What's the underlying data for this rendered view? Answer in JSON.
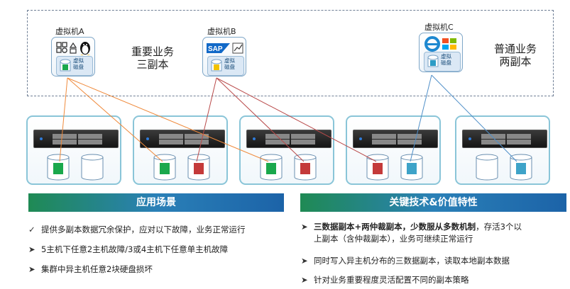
{
  "vms": [
    {
      "label": "虚拟机A",
      "disk_label": "虚拟磁盘",
      "disk_color": "#1aa84c",
      "icon": "app-grid-and-linux-penguin-icon"
    },
    {
      "label": "虚拟机B",
      "disk_label": "虚拟磁盘",
      "disk_color": "#f2c200",
      "icon": "sap-chart-icon"
    },
    {
      "label": "虚拟机C",
      "disk_label": "虚拟磁盘",
      "disk_color": "#2c9cc6",
      "icon": "browser-windows-icon"
    }
  ],
  "business": {
    "important": "重要业务\n三副本",
    "normal": "普通业务\n两副本"
  },
  "sap_text": "SAP",
  "colors": {
    "green": "#1aa84c",
    "red": "#c43a3a",
    "blue": "#3ea3c8",
    "orange": "#ef8a3c",
    "line_red": "#b94a4a",
    "line_blue": "#4f8fc8"
  },
  "servers": [
    {
      "disks": [
        "green",
        "white"
      ]
    },
    {
      "disks": [
        "green",
        "red"
      ]
    },
    {
      "disks": [
        "green",
        "red"
      ]
    },
    {
      "disks": [
        "red",
        "blue"
      ]
    },
    {
      "disks": [
        "white",
        "blue"
      ]
    }
  ],
  "left_panel": {
    "title": "应用场景",
    "items": [
      {
        "mark": "✓",
        "text": "提供多副本数据冗余保护，应对以下故障，业务正常运行"
      },
      {
        "mark": "➤",
        "text": "5主机下任意2主机故障/3或4主机下任意单主机故障"
      },
      {
        "mark": "➤",
        "text": "集群中异主机任意2块硬盘损坏"
      }
    ]
  },
  "right_panel": {
    "title": "关键技术&价值特性",
    "items": [
      {
        "mark": "➤",
        "bold": "三数据副本+两仲裁副本，少数服从多数机制",
        "rest": "，存活3个以",
        "line2": "上副本（含仲裁副本），业务可继续正常运行"
      },
      {
        "mark": "➤",
        "text": "同时写入异主机分布的三数据副本，读取本地副本数据"
      },
      {
        "mark": "➤",
        "text": "针对业务重要程度灵活配置不同的副本策略"
      }
    ]
  }
}
